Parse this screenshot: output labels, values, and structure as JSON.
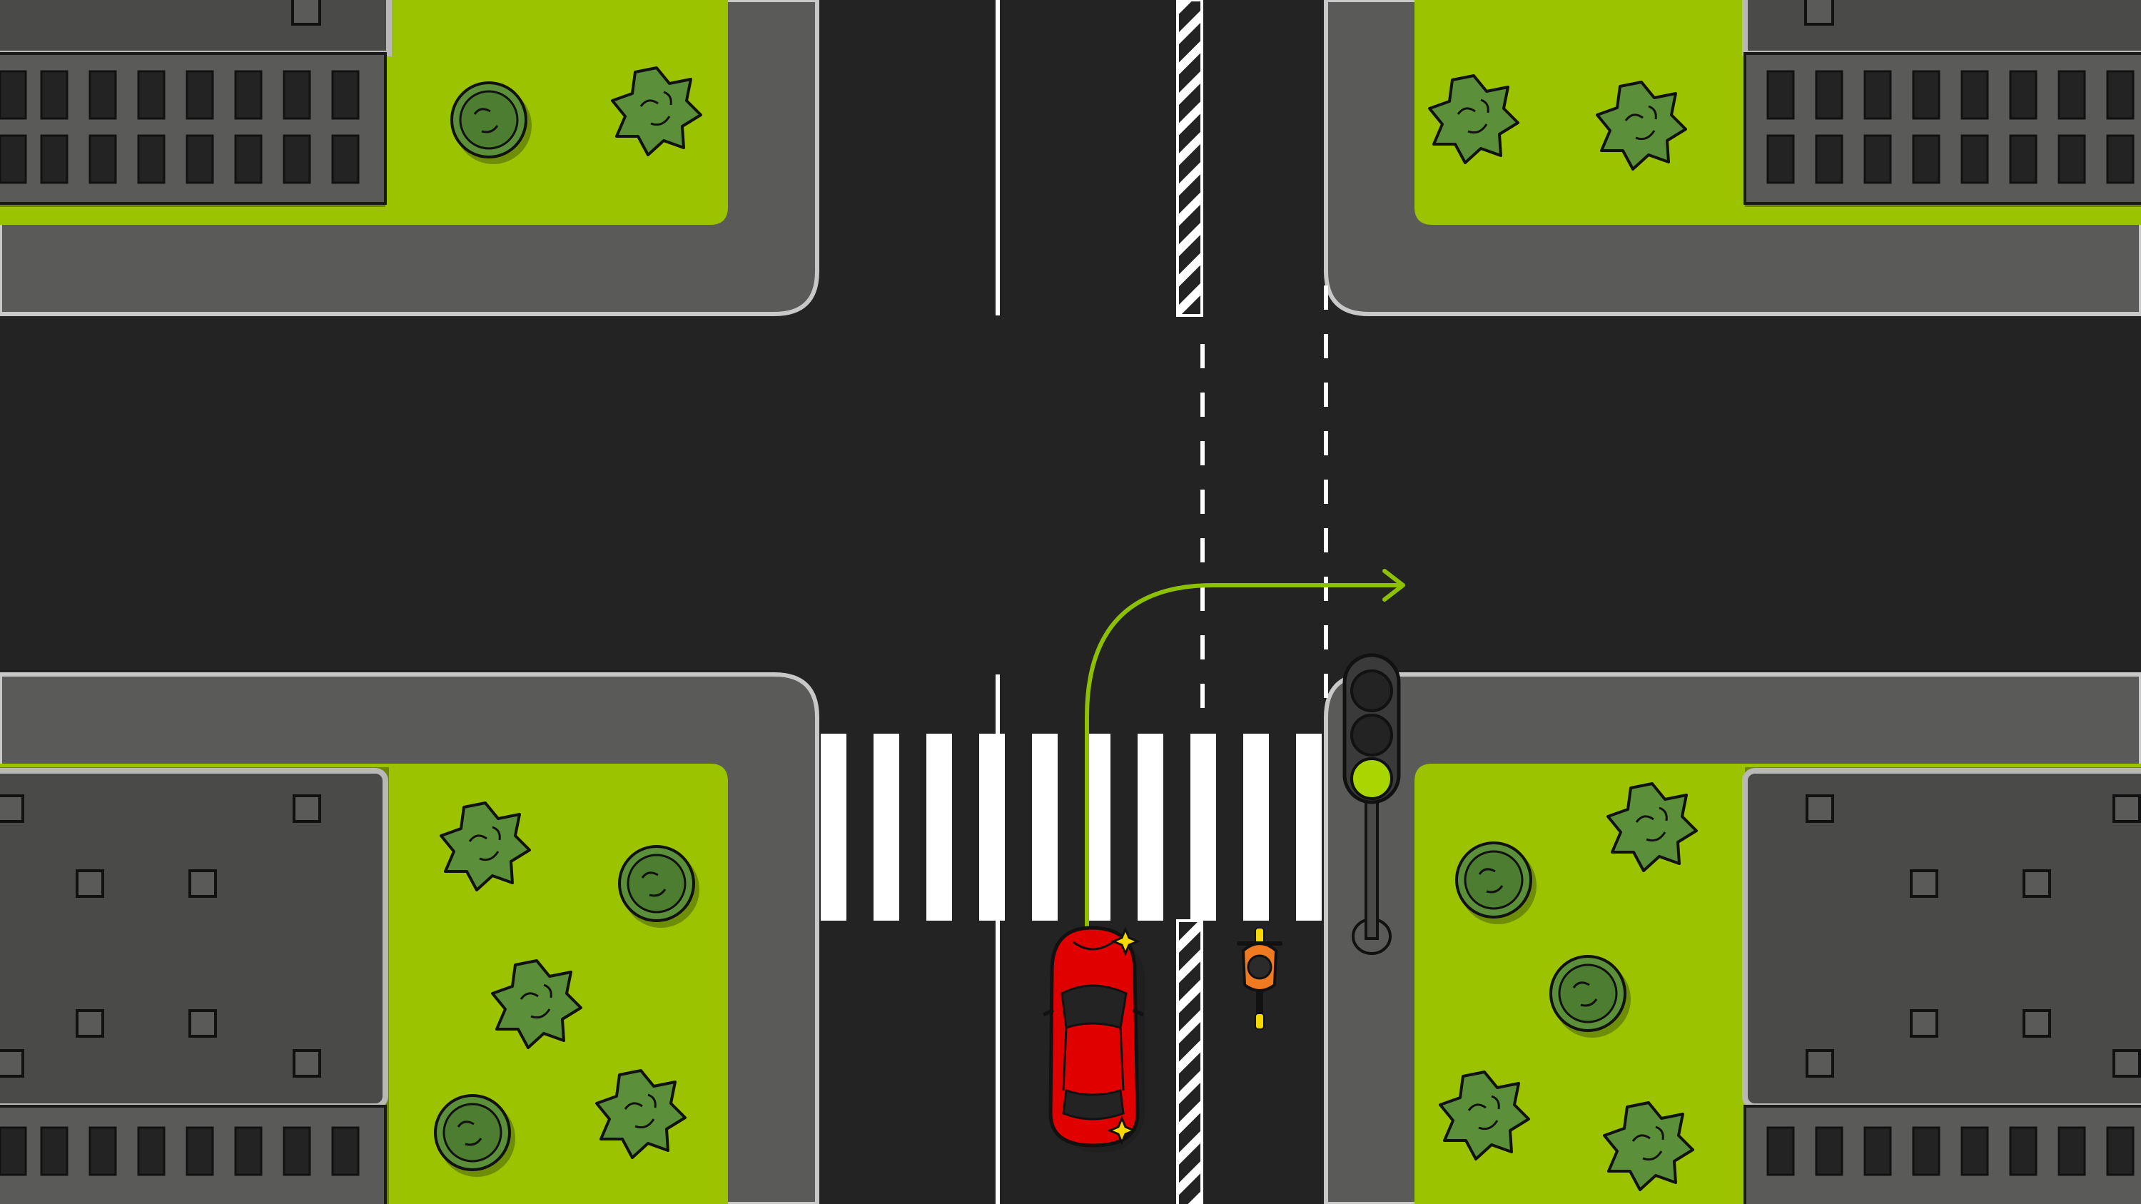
{
  "scene": {
    "kind": "top-down illustration of a four-way intersection",
    "colors": {
      "road": "#232323",
      "sidewalk": "#5a5a58",
      "curb": "#c8c8c8",
      "grass": "#9bc300",
      "roof": "#4a4a48",
      "building_edge": "#b8b8b6",
      "window": "#232323",
      "tree_dark": "#3f6b2f",
      "tree_light": "#5c8f3a",
      "marking": "#ffffff",
      "car": "#e00000",
      "route_arrow": "#8dc100",
      "light_lamp": "#a9d600",
      "cyclist": "#f07a21"
    },
    "traffic_light": {
      "active_signal": "green"
    },
    "route": {
      "direction": "right-turn"
    },
    "icons": [
      "car-icon",
      "cyclist-icon",
      "traffic-light-icon",
      "tree-icon",
      "building-icon"
    ]
  }
}
